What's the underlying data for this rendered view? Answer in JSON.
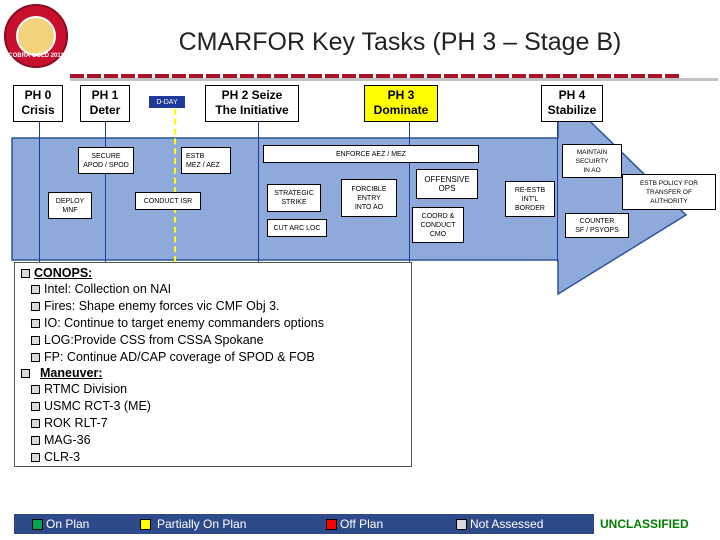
{
  "title": "CMARFOR Key Tasks (PH 3 – Stage B)",
  "seal_text": "COBRA GOLD 2011",
  "phases": [
    {
      "line1": "PH 0",
      "line2": "Crisis",
      "status": "normal"
    },
    {
      "line1": "PH 1",
      "line2": "Deter",
      "status": "normal"
    },
    {
      "line1": "PH 2 Seize",
      "line2": "The Initiative",
      "status": "normal"
    },
    {
      "line1": "PH 3",
      "line2": "Dominate",
      "status": "active"
    },
    {
      "line1": "PH 4",
      "line2": "Stabilize",
      "status": "normal"
    }
  ],
  "dday_label": "D-DAY",
  "tasks": {
    "secure_apod": "SECURE\nAPOD / SPOD",
    "deploy_mnf": "DEPLOY\nMNF",
    "conduct_isr": "CONDUCT ISR",
    "estb_mez": "ESTB\nMEZ / AEZ",
    "enforce_aez": "ENFORCE AEZ / MEZ",
    "strategic_strike": "STRATEGIC\nSTRIKE",
    "cut_arc_loc": "CUT ARC LOC",
    "forcible_entry": "FORCIBLE\nENTRY\nINTO AO",
    "offensive_ops": "OFFENSIVE\nOPS",
    "coord_cmo": "COORD &\nCONDUCT\nCMO",
    "re_estb_border": "RE-ESTB\nINT'L\nBORDER",
    "maintain_security": "MAINTAIN\nSECUIRTY\nIN AO",
    "counter_psyops": "COUNTER\nSF / PSYOPS",
    "estb_policy": "ESTB POLICY FOR\nTRANSFER OF\nAUTHORITY"
  },
  "conops": {
    "heading": "CONOPS:",
    "items": [
      "Intel: Collection on NAI",
      "Fires: Shape enemy forces vic CMF Obj 3.",
      "IO: Continue to target enemy commanders options",
      "LOG:Provide CSS from CSSA Spokane",
      "FP: Continue AD/CAP coverage of SPOD & FOB"
    ]
  },
  "maneuver": {
    "heading": "Maneuver:",
    "items": [
      "RTMC Division",
      "USMC RCT-3 (ME)",
      "ROK RLT-7",
      "MAG-36",
      "CLR-3"
    ]
  },
  "legend": [
    {
      "label": "On Plan",
      "color": "#00a651"
    },
    {
      "label": "Partially On Plan",
      "color": "#ffff00"
    },
    {
      "label": "Off Plan",
      "color": "#ff0000"
    },
    {
      "label": "Not Assessed",
      "color": "#d9d9d9"
    }
  ],
  "classification": "UNCLASSIFIED",
  "colors": {
    "arrow_fill": "#8eaadb",
    "arrow_border": "#2f5597",
    "legend_bg": "#2f4a8a",
    "accent": "#a8122a"
  }
}
